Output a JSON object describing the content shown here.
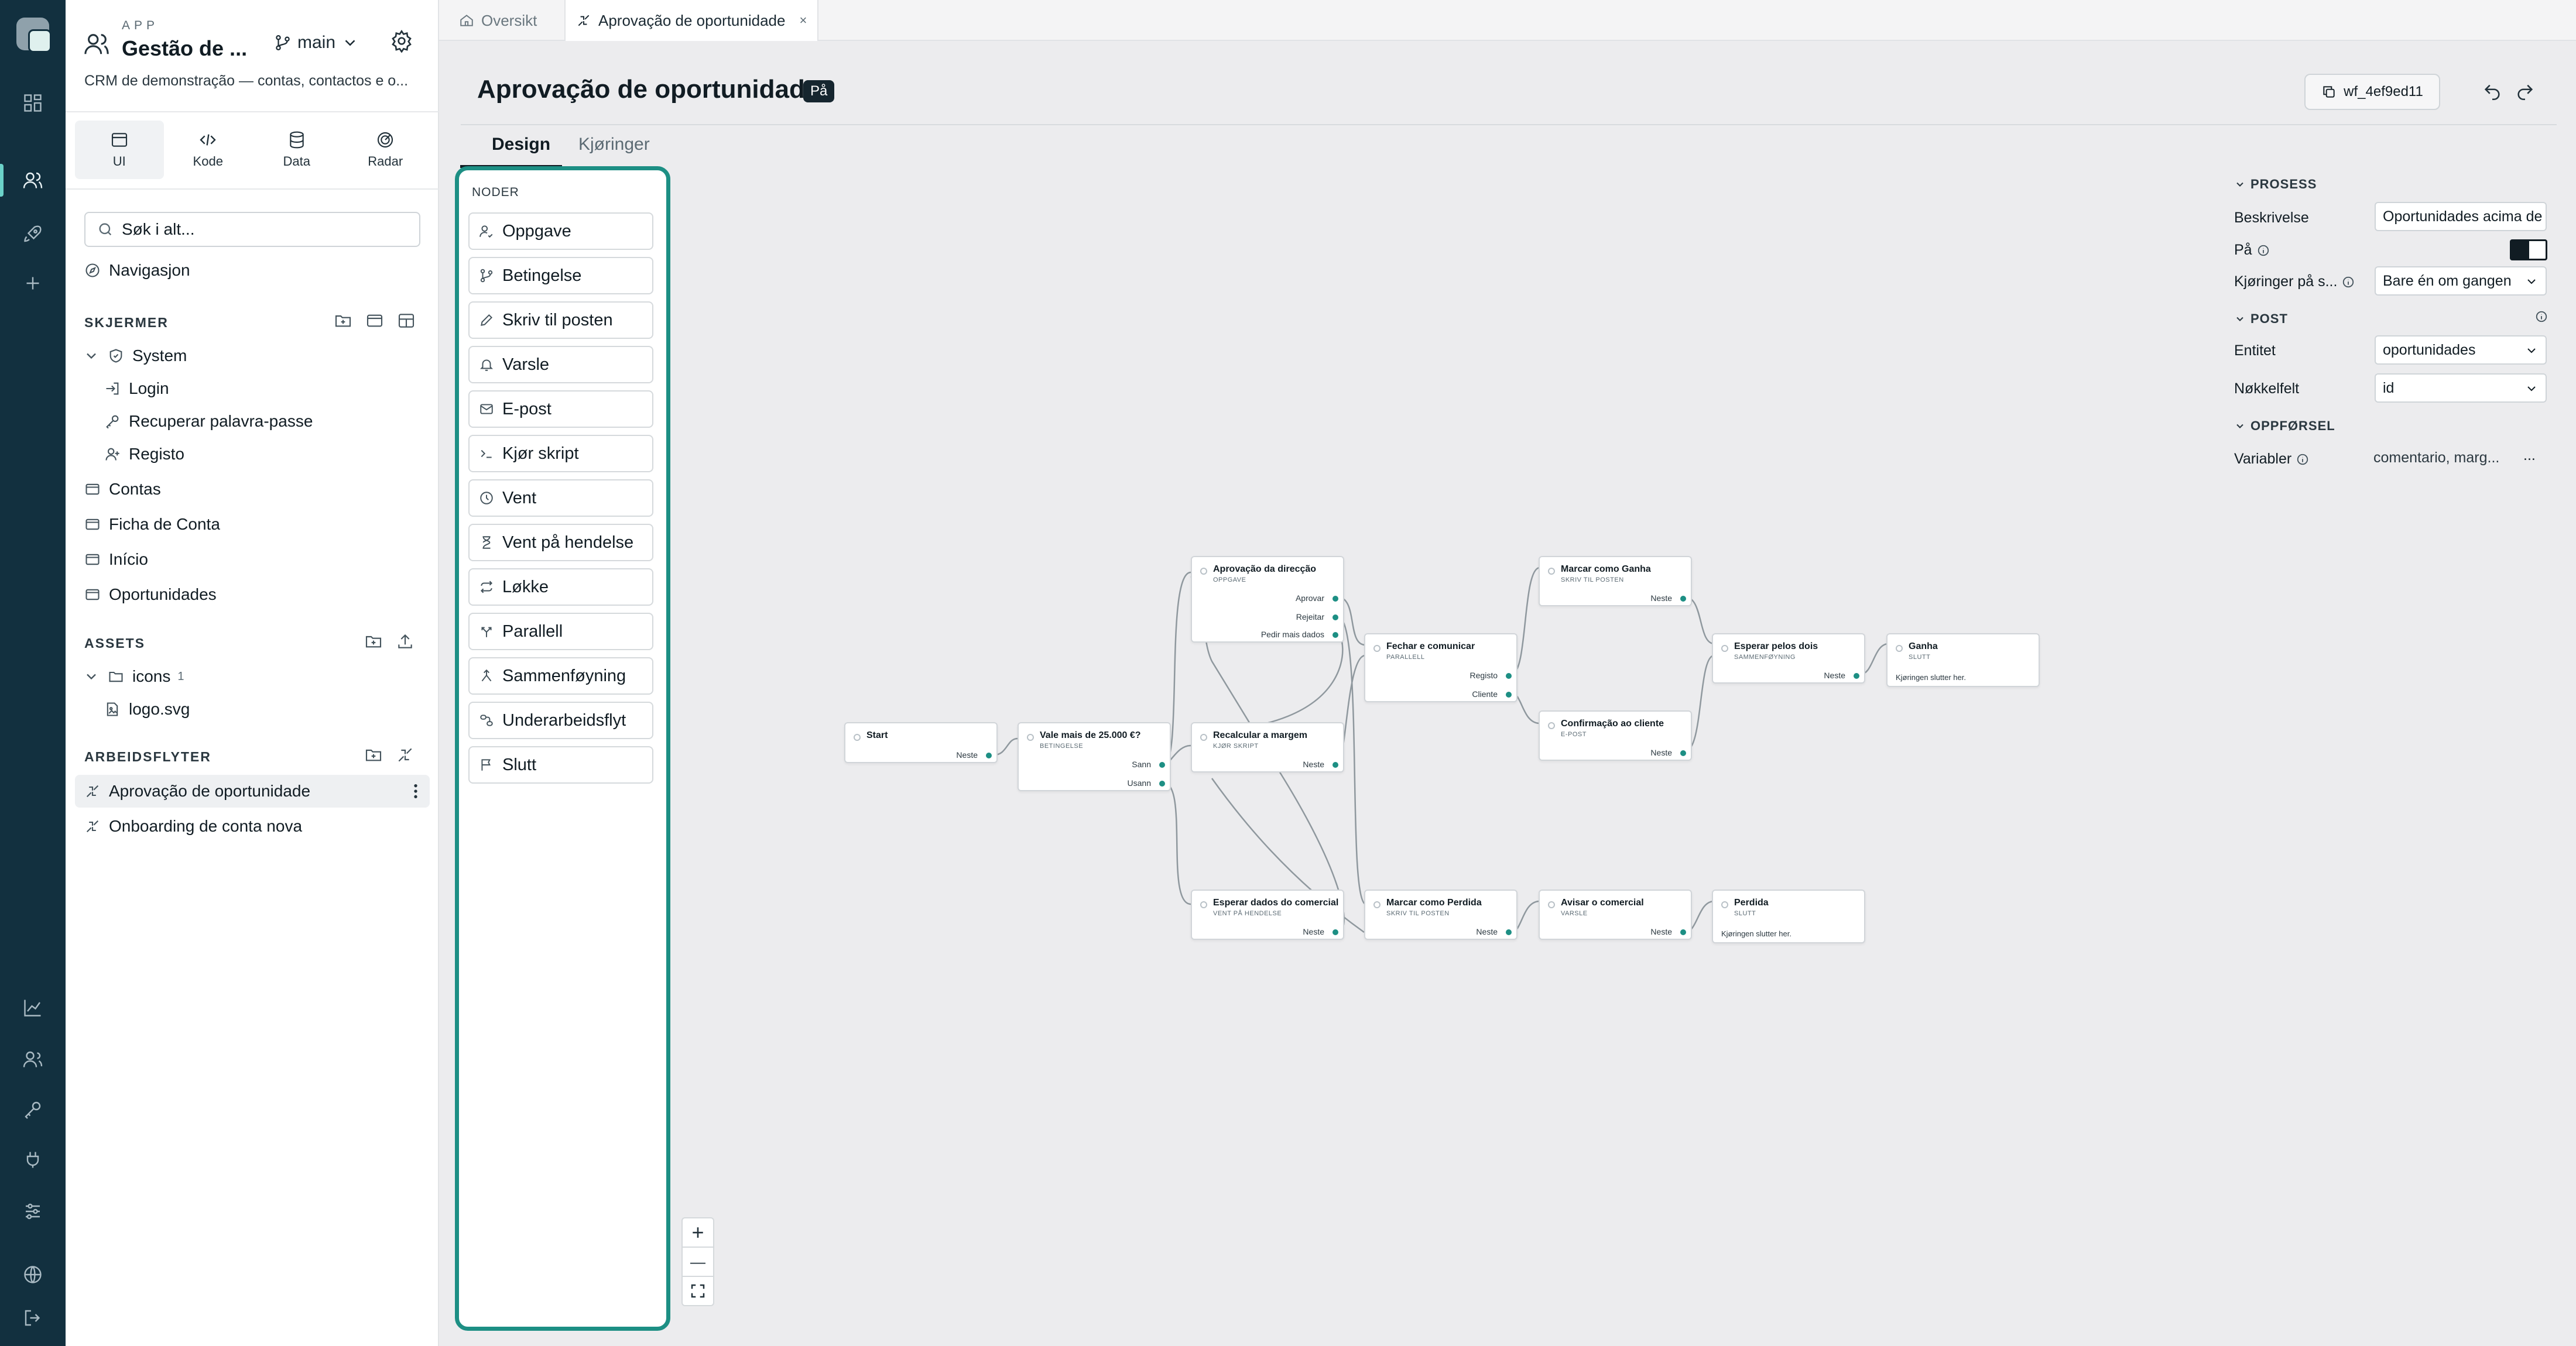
{
  "app": {
    "label": "APP",
    "name": "Gestão de ...",
    "branch": "main",
    "description": "CRM de demonstração — contas, contactos e o..."
  },
  "modes": [
    {
      "label": "UI",
      "icon": "window-icon",
      "active": true
    },
    {
      "label": "Kode",
      "icon": "code-icon"
    },
    {
      "label": "Data",
      "icon": "database-icon"
    },
    {
      "label": "Radar",
      "icon": "radar-icon"
    }
  ],
  "search": {
    "placeholder": "Søk i alt..."
  },
  "navigation": {
    "label": "Navigasjon"
  },
  "screens": {
    "heading": "SKJERMER",
    "system_folder": "System",
    "system_items": [
      "Login",
      "Recuperar palavra-passe",
      "Registo"
    ],
    "items": [
      "Contas",
      "Ficha de Conta",
      "Início",
      "Oportunidades"
    ]
  },
  "assets": {
    "heading": "ASSETS",
    "folder": "icons",
    "folder_count": "1",
    "file": "logo.svg"
  },
  "workflows": {
    "heading": "ARBEIDSFLYTER",
    "items": [
      "Aprovação de oportunidade",
      "Onboarding de conta nova"
    ]
  },
  "tabs": [
    {
      "label": "Oversikt",
      "icon": "home-icon"
    },
    {
      "label": "Aprovação de oportunidade",
      "icon": "workflow-icon",
      "close": "×"
    }
  ],
  "page": {
    "title": "Aprovação de oportunidade",
    "status_badge": "På",
    "workflow_id": "wf_4ef9ed11",
    "subtabs": [
      "Design",
      "Kjøringer"
    ]
  },
  "palette": {
    "heading": "NODER",
    "items": [
      {
        "label": "Oppgave",
        "icon": "user-task-icon"
      },
      {
        "label": "Betingelse",
        "icon": "branch-icon"
      },
      {
        "label": "Skriv til posten",
        "icon": "pencil-icon"
      },
      {
        "label": "Varsle",
        "icon": "bell-icon"
      },
      {
        "label": "E-post",
        "icon": "mail-icon"
      },
      {
        "label": "Kjør skript",
        "icon": "terminal-icon"
      },
      {
        "label": "Vent",
        "icon": "clock-icon"
      },
      {
        "label": "Vent på hendelse",
        "icon": "hourglass-icon"
      },
      {
        "label": "Løkke",
        "icon": "loop-icon"
      },
      {
        "label": "Parallell",
        "icon": "split-icon"
      },
      {
        "label": "Sammenføyning",
        "icon": "merge-icon"
      },
      {
        "label": "Underarbeidsflyt",
        "icon": "subflow-icon"
      },
      {
        "label": "Slutt",
        "icon": "flag-icon"
      }
    ]
  },
  "nodes": [
    {
      "id": "start",
      "title": "Start",
      "kind": "",
      "outputs": [
        "Neste"
      ]
    },
    {
      "id": "cond",
      "title": "Vale mais de 25.000 €?",
      "kind": "BETINGELSE",
      "outputs": [
        "Sann",
        "Usann"
      ]
    },
    {
      "id": "approval",
      "title": "Aprovação da direcção",
      "kind": "OPPGAVE",
      "outputs": [
        "Aprovar",
        "Rejeitar",
        "Pedir mais dados"
      ]
    },
    {
      "id": "recalc",
      "title": "Recalcular a margem",
      "kind": "KJØR SKRIPT",
      "outputs": [
        "Neste"
      ]
    },
    {
      "id": "waitdata",
      "title": "Esperar dados do comercial",
      "kind": "VENT PÅ HENDELSE",
      "outputs": [
        "Neste"
      ]
    },
    {
      "id": "parallel",
      "title": "Fechar e comunicar",
      "kind": "PARALLELL",
      "outputs": [
        "Registo",
        "Cliente"
      ]
    },
    {
      "id": "lost",
      "title": "Marcar como Perdida",
      "kind": "SKRIV TIL POSTEN",
      "outputs": [
        "Neste"
      ]
    },
    {
      "id": "won",
      "title": "Marcar como Ganha",
      "kind": "SKRIV TIL POSTEN",
      "outputs": [
        "Neste"
      ]
    },
    {
      "id": "confirm",
      "title": "Confirmação ao cliente",
      "kind": "E-POST",
      "outputs": [
        "Neste"
      ]
    },
    {
      "id": "notify",
      "title": "Avisar o comercial",
      "kind": "VARSLE",
      "outputs": [
        "Neste"
      ]
    },
    {
      "id": "join",
      "title": "Esperar pelos dois",
      "kind": "SAMMENFØYNING",
      "outputs": [
        "Neste"
      ]
    },
    {
      "id": "endwon",
      "title": "Ganha",
      "kind": "SLUTT",
      "outputs": [],
      "note": "Kjøringen slutter her."
    },
    {
      "id": "endlost",
      "title": "Perdida",
      "kind": "SLUTT",
      "outputs": [],
      "note": "Kjøringen slutter her."
    }
  ],
  "zoom_controls": [
    "+",
    "—",
    "fit"
  ],
  "properties": {
    "process_heading": "PROSESS",
    "description_label": "Beskrivelse",
    "description_value": "Oportunidades acima de",
    "enabled_label": "På",
    "enabled": true,
    "runs_label": "Kjøringer på s...",
    "runs_value": "Bare én om gangen",
    "post_heading": "POST",
    "entity_label": "Entitet",
    "entity_value": "oportunidades",
    "key_label": "Nøkkelfelt",
    "key_value": "id",
    "behavior_heading": "OPPFØRSEL",
    "variables_label": "Variabler",
    "variables_value": "comentario, marg...",
    "more": "..."
  },
  "colors": {
    "rail": "#12303f",
    "accent": "#1d8f84",
    "badge": "#16262f"
  }
}
